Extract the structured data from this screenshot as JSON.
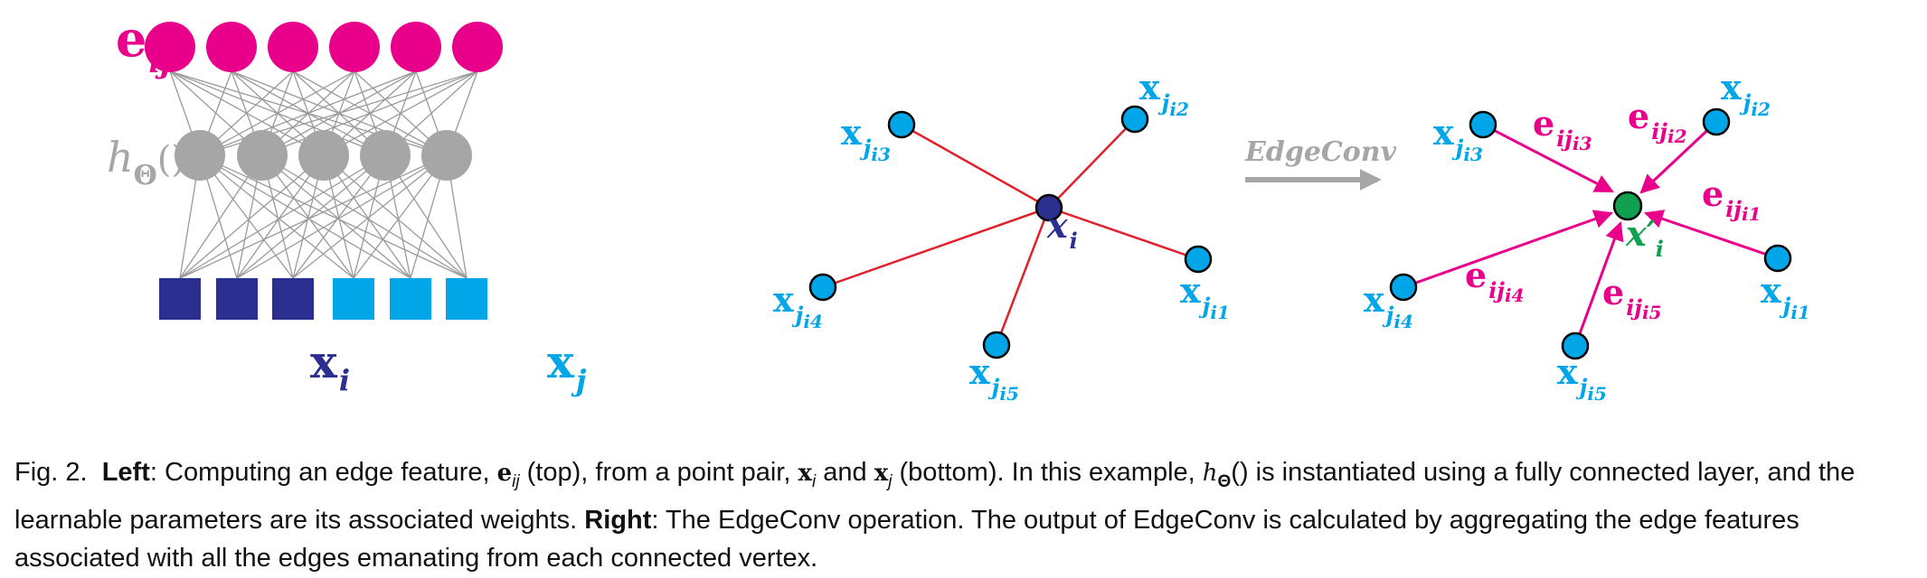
{
  "colors": {
    "magenta": "#e8008a",
    "grey": "#a6a6a6",
    "navy": "#2b2f8f",
    "cyan": "#00a6e8",
    "red": "#e0202a",
    "green": "#10a050"
  },
  "left_panel": {
    "top_label": "e",
    "top_label_sub": "ij",
    "mid_label": "h",
    "mid_label_sub": "Θ",
    "mid_label_parens": "()",
    "xi_label": "x",
    "xi_sub": "i",
    "xj_label": "x",
    "xj_sub": "j"
  },
  "center_panel": {
    "xi_label": "x",
    "xi_sub": "i",
    "neighbors": [
      {
        "label": "x",
        "sub": "j",
        "subsub": "i1"
      },
      {
        "label": "x",
        "sub": "j",
        "subsub": "i2"
      },
      {
        "label": "x",
        "sub": "j",
        "subsub": "i3"
      },
      {
        "label": "x",
        "sub": "j",
        "subsub": "i4"
      },
      {
        "label": "x",
        "sub": "j",
        "subsub": "i5"
      }
    ]
  },
  "arrow_label": "EdgeConv",
  "right_panel": {
    "center_label": "x′",
    "center_sub": "i",
    "edge_labels": [
      {
        "label": "e",
        "sub": "ij",
        "subsub": "i1"
      },
      {
        "label": "e",
        "sub": "ij",
        "subsub": "i2"
      },
      {
        "label": "e",
        "sub": "ij",
        "subsub": "i3"
      },
      {
        "label": "e",
        "sub": "ij",
        "subsub": "i4"
      },
      {
        "label": "e",
        "sub": "ij",
        "subsub": "i5"
      }
    ]
  },
  "caption": {
    "fig": "Fig. 2.",
    "left_head": "Left",
    "p1": ": Computing an edge feature, ",
    "e_sym": "e",
    "e_sub": "ij",
    "p2": " (top), from a point pair, ",
    "xi_sym": "x",
    "xi_sub": "i",
    "p3": " and ",
    "xj_sym": "x",
    "xj_sub": "j",
    "p4": " (bottom). In this example, ",
    "h_sym": "h",
    "h_sub": "Θ",
    "p5": "() is instantiated using a fully connected layer, and the learnable parameters are its associated weights. ",
    "right_head": "Right",
    "p6": ": The EdgeConv operation. The output of EdgeConv is calculated by aggregating the edge features associated with all the edges emanating from each connected vertex."
  }
}
